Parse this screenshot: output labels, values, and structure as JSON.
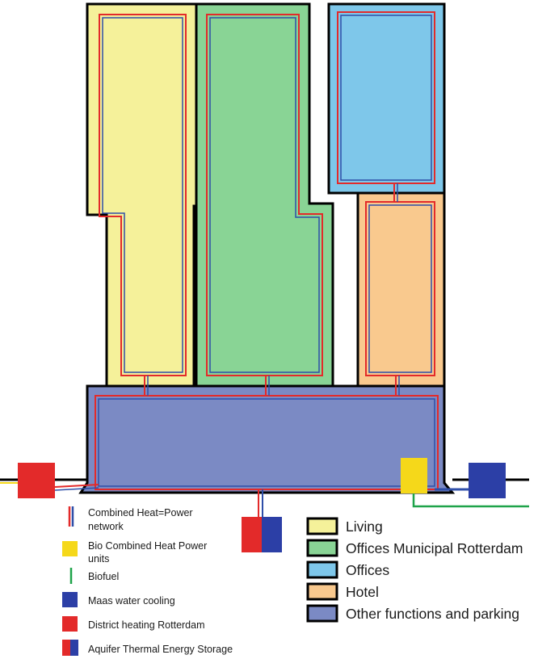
{
  "colors": {
    "living": "#f5f19a",
    "offices_municipal": "#89d495",
    "offices": "#7ec7ea",
    "hotel": "#f9c98e",
    "other": "#7b8ac4",
    "network_red": "#e32a2a",
    "network_blue": "#2e4ea8",
    "bio_chp": "#f5d81a",
    "biofuel": "#1fa34a",
    "maas": "#2c3fa6",
    "district": "#e32a2a",
    "outline": "#000000"
  },
  "legend_small": [
    {
      "id": "chp-network",
      "lines": [
        "Combined Heat=Power",
        "network"
      ],
      "icon": "chp-network-icon"
    },
    {
      "id": "bio-chp",
      "lines": [
        "Bio Combined Heat Power",
        "units"
      ],
      "icon": "bio-chp-icon"
    },
    {
      "id": "biofuel",
      "lines": [
        "Biofuel"
      ],
      "icon": "biofuel-icon"
    },
    {
      "id": "maas",
      "lines": [
        "Maas water cooling"
      ],
      "icon": "maas-cooling-icon"
    },
    {
      "id": "district",
      "lines": [
        "District heating Rotterdam"
      ],
      "icon": "district-heating-icon"
    },
    {
      "id": "ates",
      "lines": [
        "Aquifer Thermal Energy Storage"
      ],
      "icon": "ates-icon"
    }
  ],
  "legend_big": [
    {
      "id": "living",
      "label": "Living"
    },
    {
      "id": "offices-municipal",
      "label": "Offices Municipal Rotterdam"
    },
    {
      "id": "offices",
      "label": "Offices"
    },
    {
      "id": "hotel",
      "label": "Hotel"
    },
    {
      "id": "other",
      "label": "Other functions and parking"
    }
  ]
}
